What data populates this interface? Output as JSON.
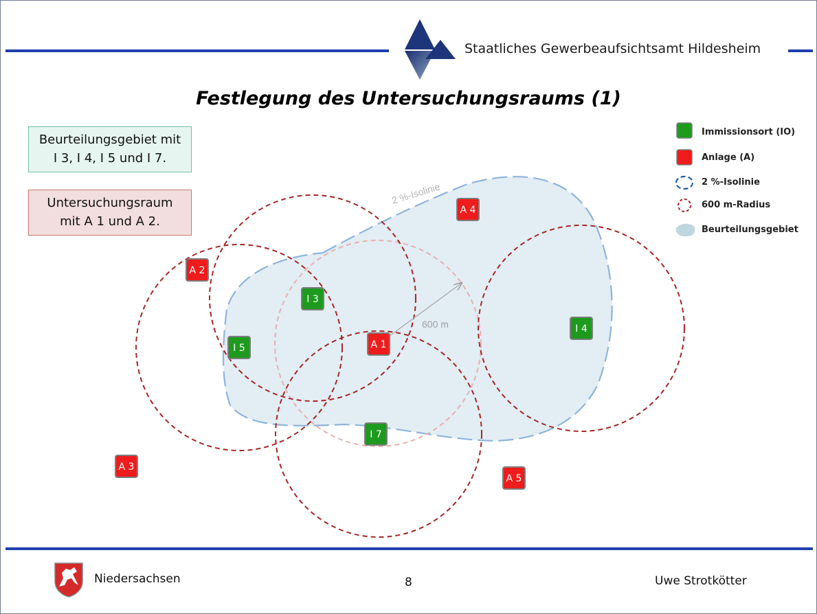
{
  "header": {
    "organization": "Staatliches Gewerbeaufsichtsamt Hildesheim"
  },
  "slide_title": "Festlegung des Untersuchungsraums (1)",
  "info_boxes": {
    "assessment_line1": "Beurteilungsgebiet mit",
    "assessment_line2": "I 3, I 4, I 5 und I 7.",
    "investigation_line1": "Untersuchungsraum",
    "investigation_line2": "mit A 1 und A 2."
  },
  "legend": {
    "immission": "Immissionsort (IO)",
    "plant": "Anlage (A)",
    "isoline": "2 %-Isolinie",
    "radius": "600 m-Radius",
    "area": "Beurteilungsgebiet"
  },
  "diagram": {
    "isoline_label": "2 %-Isolinie",
    "radius_label": "600 m",
    "markers": {
      "a1": "A 1",
      "a2": "A 2",
      "a3": "A 3",
      "a4": "A 4",
      "a5": "A 5",
      "i3": "I 3",
      "i4": "I 4",
      "i5": "I 5",
      "i7": "I 7"
    }
  },
  "footer": {
    "state": "Niedersachsen",
    "page_number": "8",
    "author": "Uwe Strotkötter"
  },
  "colors": {
    "immission_fill": "#1e9a1e",
    "plant_fill": "#ee1c1c",
    "circle_stroke": "#a52626",
    "isoline_stroke": "#8fb4dc",
    "area_fill": "#e2edf4",
    "accent_rule": "#1f3fae"
  }
}
